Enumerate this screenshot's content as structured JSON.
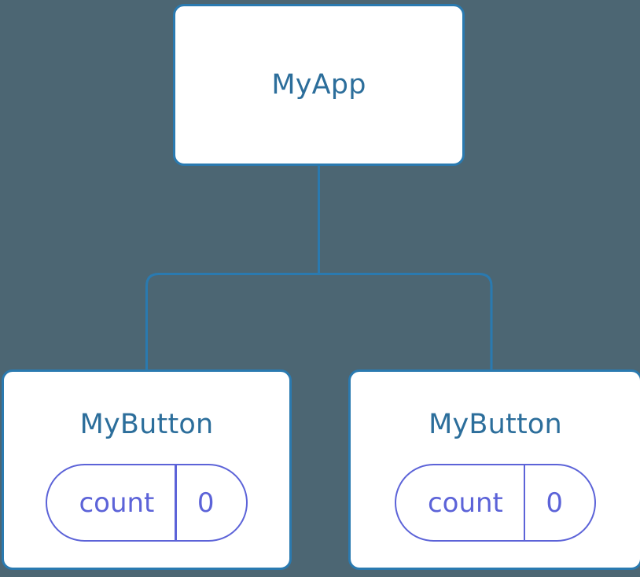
{
  "diagram": {
    "type": "component-tree",
    "background_color": "#4c6673",
    "edge_color": "#2a7ab0",
    "node_border_color": "#2a7ab0",
    "node_fill_color": "#ffffff",
    "node_label_color": "#2c6e9b",
    "state_color": "#5c63d8"
  },
  "root": {
    "name": "root-node",
    "label": "MyApp"
  },
  "children": [
    {
      "name": "child-node-left",
      "label": "MyButton",
      "state": {
        "key": "count",
        "value": "0"
      }
    },
    {
      "name": "child-node-right",
      "label": "MyButton",
      "state": {
        "key": "count",
        "value": "0"
      }
    }
  ],
  "edges": [
    {
      "from": "MyApp",
      "to": "MyButton-left"
    },
    {
      "from": "MyApp",
      "to": "MyButton-right"
    }
  ]
}
